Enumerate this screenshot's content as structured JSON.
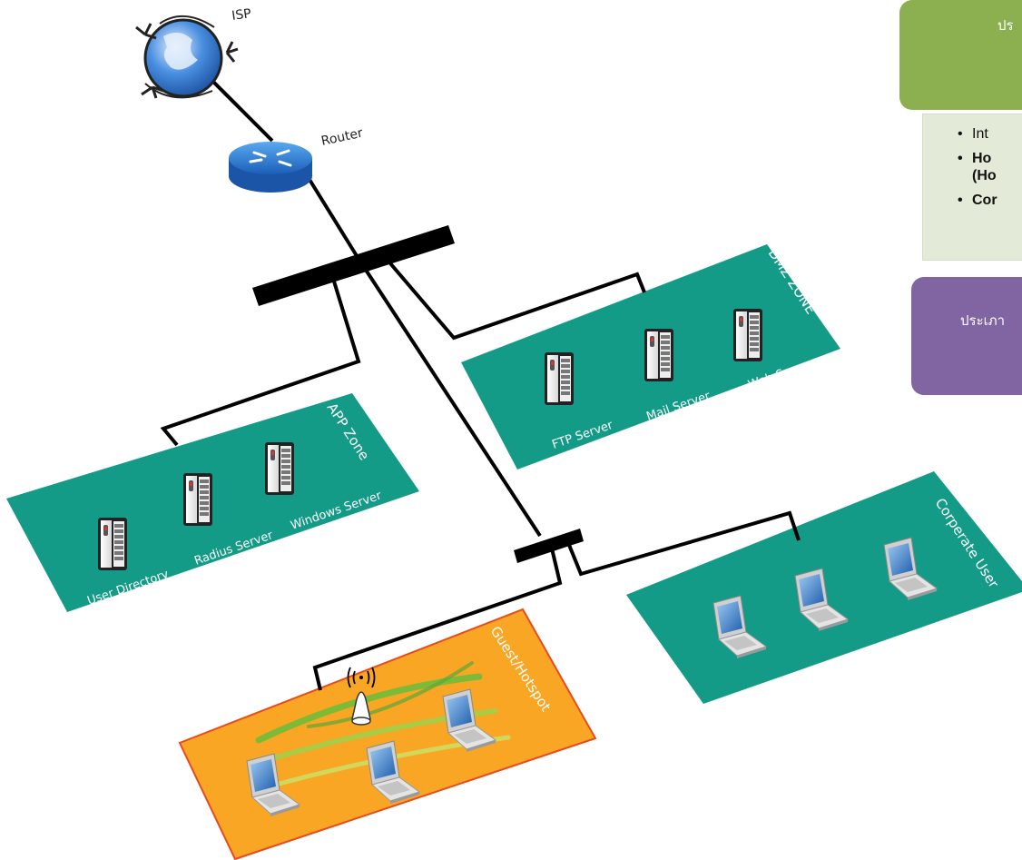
{
  "labels": {
    "isp": "ISP",
    "router": "Router"
  },
  "zones": {
    "app": {
      "title": "APP Zone",
      "devices": [
        "User Directory",
        "Radius Server",
        "Windows Server"
      ]
    },
    "dmz": {
      "title": "DMZ ZONE",
      "devices": [
        "FTP Server",
        "Mail Server",
        "Web Server"
      ]
    },
    "corporate": {
      "title": "Corperate User"
    },
    "guest": {
      "title": "Guest/Hotspot"
    }
  },
  "side_panel": {
    "green_card_text": "ปร",
    "list_items": [
      "Int",
      "Ho",
      "(Ho",
      "Cor"
    ],
    "purple_card_text": "ประเภา"
  },
  "colors": {
    "zone_teal": "#139b88",
    "guest_orange": "#f8a623",
    "guest_border": "#e84a1e",
    "card_green": "#8cb050",
    "card_purple": "#8164a2",
    "list_bg": "#e3ead7"
  }
}
